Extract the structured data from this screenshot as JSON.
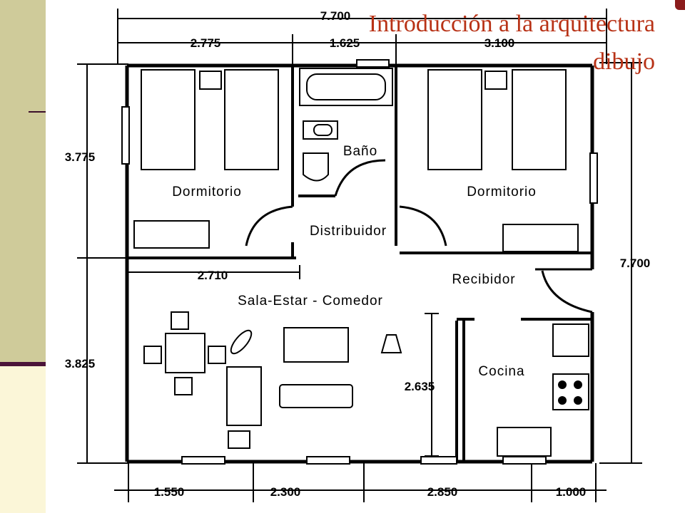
{
  "title": {
    "line1": "Introducción a la arquitectura",
    "line2": "dibujo"
  },
  "dimensions": {
    "top_total": "7.700",
    "top_1": "2.775",
    "top_2": "1.625",
    "top_3": "3.100",
    "left_upper": "3.775",
    "left_lower": "3.825",
    "right_total": "7.700",
    "mid_living": "2.710",
    "vert_living": "2.635",
    "bottom_1": "1.550",
    "bottom_2": "2.300",
    "bottom_3": "2.850",
    "bottom_4": "1.000"
  },
  "rooms": {
    "dormitorio_left": "Dormitorio",
    "dormitorio_right": "Dormitorio",
    "bano": "Baño",
    "distribuidor": "Distribuidor",
    "recibidor": "Recibidor",
    "sala": "Sala-Estar - Comedor",
    "cocina": "Cocina"
  },
  "colors": {
    "title": "#b83216",
    "side_band": "#cfcb9a",
    "background": "#fbf6d8",
    "accent_line": "#4a1438"
  }
}
